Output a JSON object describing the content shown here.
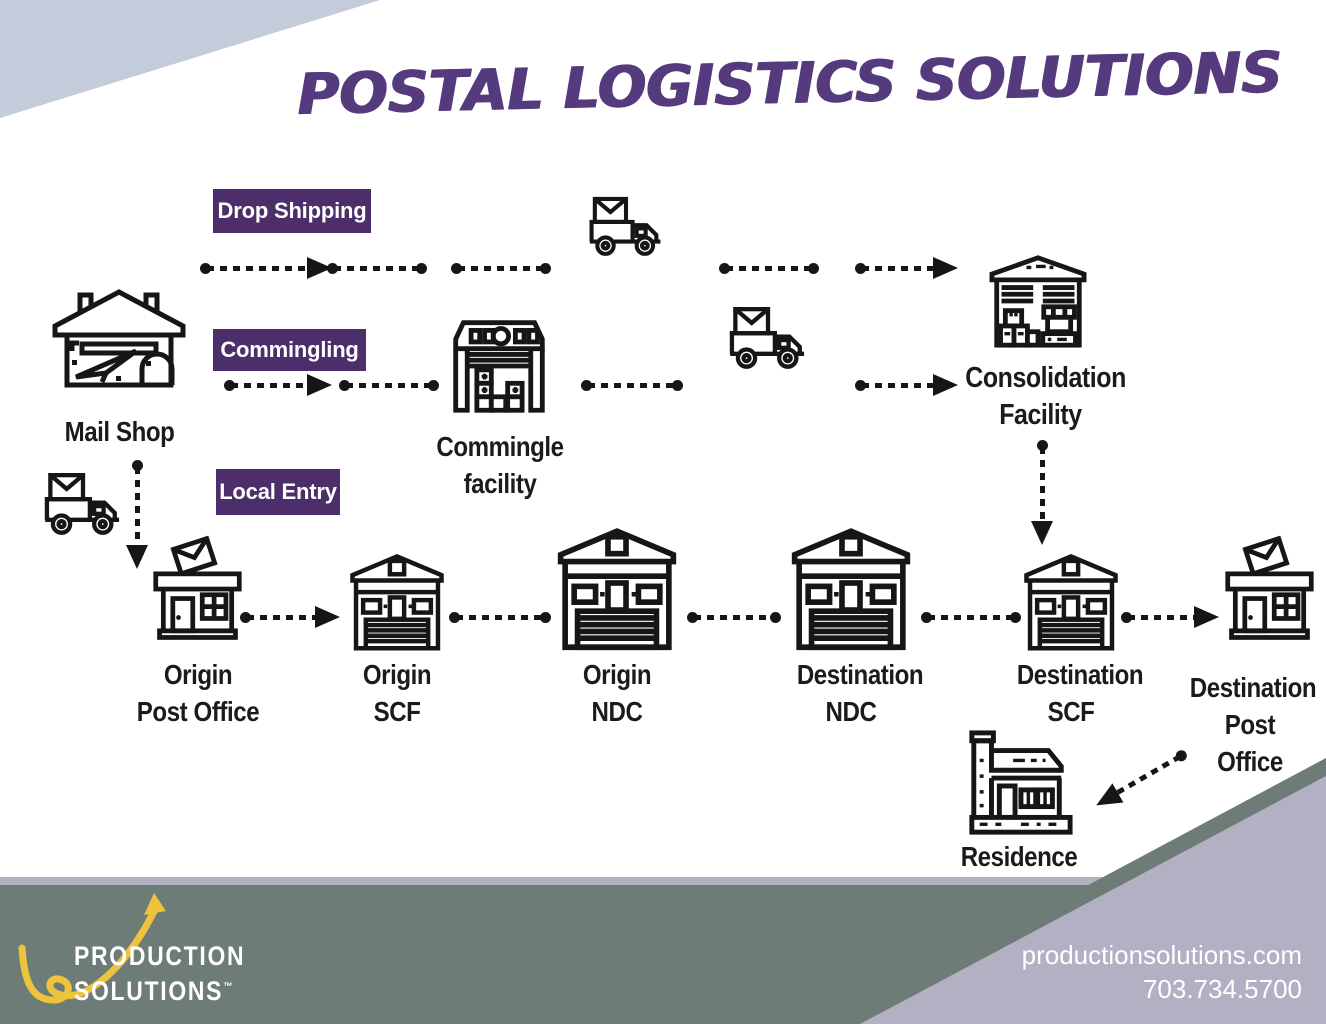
{
  "title": "POSTAL LOGISTICS SOLUTIONS",
  "badges": {
    "drop_shipping": "Drop Shipping",
    "commingling": "Commingling",
    "local_entry": "Local Entry"
  },
  "nodes": {
    "mail_shop": {
      "label": "Mail Shop"
    },
    "commingle_facility": {
      "line1": "Commingle",
      "line2": "facility"
    },
    "consolidation_facility": {
      "line1": "Consolidation",
      "line2": "Facility"
    },
    "origin_post_office": {
      "line1": "Origin",
      "line2": "Post Office"
    },
    "origin_scf": {
      "line1": "Origin",
      "line2": "SCF"
    },
    "origin_ndc": {
      "line1": "Origin",
      "line2": "NDC"
    },
    "destination_ndc": {
      "line1": "Destination",
      "line2": "NDC"
    },
    "destination_scf": {
      "line1": "Destination",
      "line2": "SCF"
    },
    "destination_post_office": {
      "line1": "Destination",
      "line2": "Post Office"
    },
    "residence": {
      "label": "Residence"
    }
  },
  "icons": {
    "mail_shop": "mail-shop-building-icon",
    "mail_truck": "mail-truck-icon",
    "commingle_facility": "warehouse-open-door-boxes-icon",
    "consolidation_facility": "warehouse-storage-boxes-icon",
    "post_office": "post-office-building-envelope-icon",
    "scf": "warehouse-garage-door-icon",
    "ndc": "warehouse-garage-door-icon",
    "residence": "house-chimney-icon",
    "logo": "yellow-swoosh-arrow-icon"
  },
  "footer": {
    "company_line1": "PRODUCTION",
    "company_line2": "SOLUTIONS",
    "trademark": "™",
    "website": "productionsolutions.com",
    "phone": "703.734.5700"
  },
  "colors": {
    "title_purple": "#553a7d",
    "badge_purple": "#4c2f6a",
    "line_black": "#161616",
    "footer_green": "#6e7c78",
    "lavender": "#b4b0c3",
    "corner_blue": "#c4cbdb",
    "logo_yellow": "#eec43e"
  }
}
